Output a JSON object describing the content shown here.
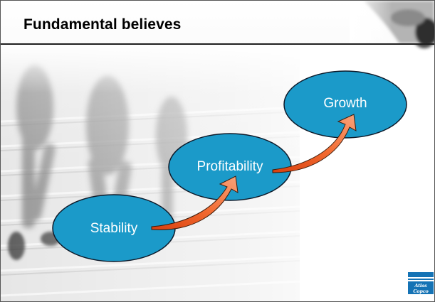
{
  "slide": {
    "title": "Fundamental believes"
  },
  "diagram": {
    "nodes": [
      {
        "id": "stability",
        "label": "Stability"
      },
      {
        "id": "profitability",
        "label": "Profitability"
      },
      {
        "id": "growth",
        "label": "Growth"
      }
    ],
    "connectors": [
      {
        "from": "stability",
        "to": "profitability"
      },
      {
        "from": "profitability",
        "to": "growth"
      }
    ]
  },
  "brand": {
    "logo_text": "Atlas Copco",
    "logo_color": "#1573b5"
  },
  "colors": {
    "node_fill": "#1b9ac9",
    "node_stroke": "#0d1a2a",
    "arrow_fill": "#ef5a22",
    "arrow_highlight": "#f9a37a",
    "title_rule": "#1f1f1f"
  }
}
